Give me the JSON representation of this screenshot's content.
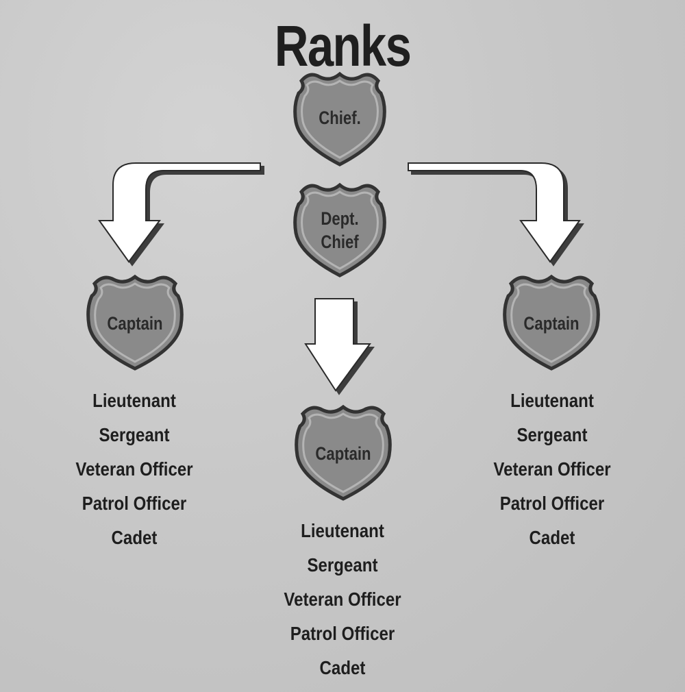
{
  "title": "Ranks",
  "colors": {
    "background": "#c9c9c9",
    "badge_fill": "#8a8a8a",
    "badge_outline": "#3a3a3a",
    "arrow_fill": "#ffffff",
    "text": "#1e1e1e"
  },
  "nodes": {
    "chief": {
      "label": "Chief."
    },
    "dept_chief": {
      "label_line1": "Dept.",
      "label_line2": "Chief"
    },
    "captain_left": {
      "label": "Captain"
    },
    "captain_center": {
      "label": "Captain"
    },
    "captain_right": {
      "label": "Captain"
    }
  },
  "ranks_left": [
    "Lieutenant",
    "Sergeant",
    "Veteran Officer",
    "Patrol Officer",
    "Cadet"
  ],
  "ranks_center": [
    "Lieutenant",
    "Sergeant",
    "Veteran Officer",
    "Patrol Officer",
    "Cadet"
  ],
  "ranks_right": [
    "Lieutenant",
    "Sergeant",
    "Veteran Officer",
    "Patrol Officer",
    "Cadet"
  ],
  "edges": [
    {
      "from": "chief",
      "to": "captain_left",
      "kind": "arrow"
    },
    {
      "from": "chief",
      "to": "captain_right",
      "kind": "arrow"
    },
    {
      "from": "dept_chief",
      "to": "captain_center",
      "kind": "arrow"
    }
  ]
}
